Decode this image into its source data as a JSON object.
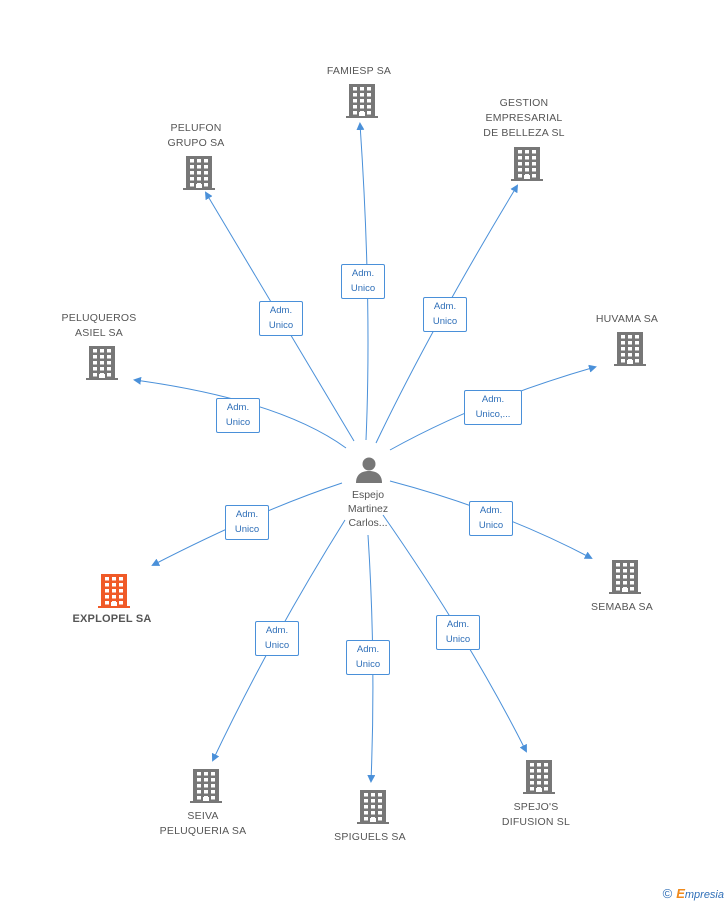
{
  "center": {
    "name": "Espejo\nMartinez\nCarlos..."
  },
  "companies": [
    {
      "id": "famiesp",
      "label": "FAMIESP SA",
      "relation": "Adm.\nUnico",
      "highlight": false
    },
    {
      "id": "gestion",
      "label": "GESTION\nEMPRESARIAL\nDE BELLEZA SL",
      "relation": "Adm.\nUnico",
      "highlight": false
    },
    {
      "id": "pelufon",
      "label": "PELUFON\nGRUPO SA",
      "relation": "Adm.\nUnico",
      "highlight": false
    },
    {
      "id": "huvama",
      "label": "HUVAMA SA",
      "relation": "Adm.\nUnico,...",
      "highlight": false
    },
    {
      "id": "peluqueros",
      "label": "PELUQUEROS\nASIEL SA",
      "relation": "Adm.\nUnico",
      "highlight": false
    },
    {
      "id": "explopel",
      "label": "EXPLOPEL SA",
      "relation": "Adm.\nUnico",
      "highlight": true
    },
    {
      "id": "semaba",
      "label": "SEMABA SA",
      "relation": "Adm.\nUnico",
      "highlight": false
    },
    {
      "id": "seiva",
      "label": "SEIVA\nPELUQUERIA SA",
      "relation": "Adm.\nUnico",
      "highlight": false
    },
    {
      "id": "spiguels",
      "label": "SPIGUELS SA",
      "relation": "Adm.\nUnico",
      "highlight": false
    },
    {
      "id": "spejos",
      "label": "SPEJO'S\nDIFUSION SL",
      "relation": "Adm.\nUnico",
      "highlight": false
    }
  ],
  "colors": {
    "edge": "#4a90d9",
    "building": "#777777",
    "highlight": "#f05a28",
    "person": "#777777"
  },
  "footer": {
    "copyright": "©",
    "brand_first": "E",
    "brand_rest": "mpresia"
  }
}
